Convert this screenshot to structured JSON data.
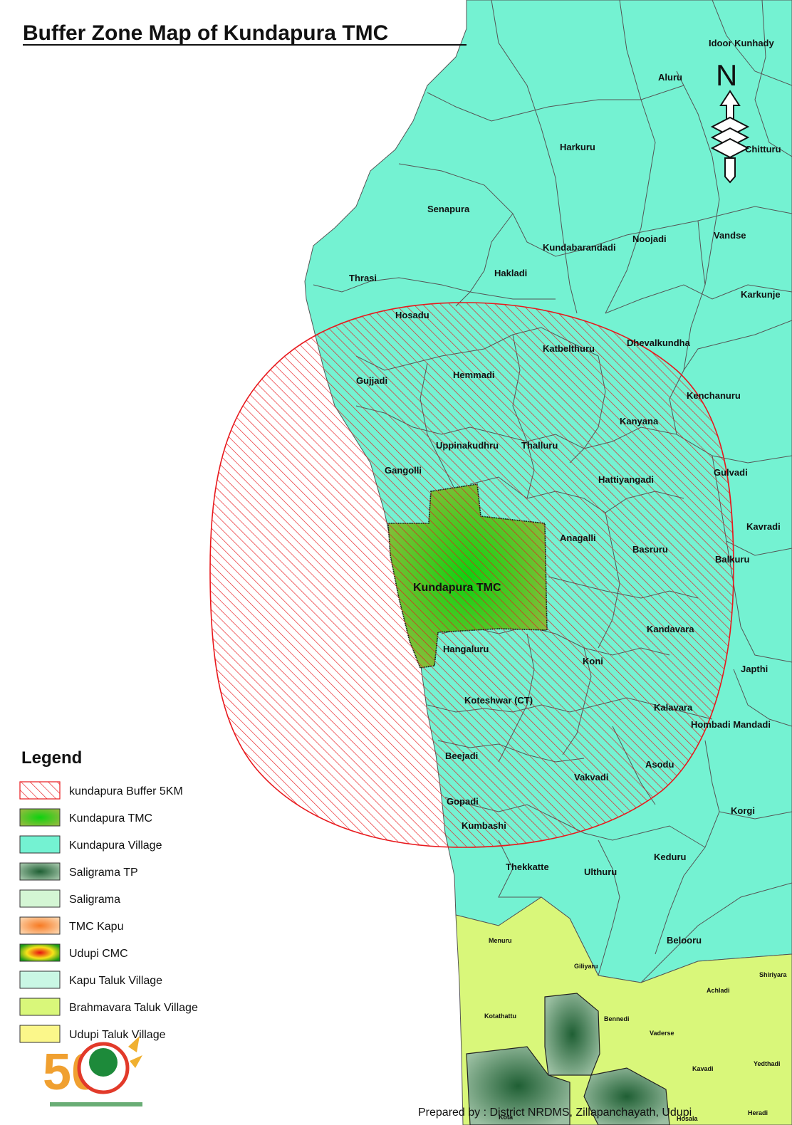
{
  "title": "Buffer Zone Map of Kundapura TMC",
  "north_arrow": {
    "letter": "N"
  },
  "tmc_label": "Kundapura TMC",
  "villages_large": [
    "Idoor Kunhady",
    "Aluru",
    "Harkuru",
    "Chitturu",
    "Senapura",
    "Kundabarandadi",
    "Noojadi",
    "Vandse",
    "Thrasi",
    "Hakladi",
    "Karkunje",
    "Hosadu",
    "Katbelthuru",
    "Dhevalkundha",
    "Gujjadi",
    "Hemmadi",
    "Kenchanuru",
    "Kanyana",
    "Uppinakudhru",
    "Thalluru",
    "Gangolli",
    "Hattiyangadi",
    "Gulvadi",
    "Kavradi",
    "Anagalli",
    "Basruru",
    "Balkuru",
    "Kandavara",
    "Hangaluru",
    "Koni",
    "Japthi",
    "Koteshwar (CT)",
    "Kalavara",
    "Hombadi Mandadi",
    "Beejadi",
    "Asodu",
    "Vakvadi",
    "Korgi",
    "Gopadi",
    "Kumbashi",
    "Keduru",
    "Thekkatte",
    "Ulthuru",
    "Belooru"
  ],
  "villages_small": [
    "Menuru",
    "Giliyaru",
    "Shiriyara",
    "Achladi",
    "Kotathattu",
    "Bennedi",
    "Vaderse",
    "Kavadi",
    "Yedthadi",
    "Hosala",
    "Heradi",
    "Kota"
  ],
  "legend": {
    "title": "Legend",
    "items": [
      {
        "label": "kundapura Buffer 5KM",
        "swatch": "hatch-red"
      },
      {
        "label": "Kundapura TMC",
        "swatch": "radial-green"
      },
      {
        "label": "Kundapura Village",
        "swatch": "#74f2d2"
      },
      {
        "label": "Saligrama TP",
        "swatch": "radial-darkgreen"
      },
      {
        "label": "Saligrama",
        "swatch": "#d4f6d4"
      },
      {
        "label": "TMC Kapu",
        "swatch": "radial-orange"
      },
      {
        "label": "Udupi CMC",
        "swatch": "radial-yellow-red"
      },
      {
        "label": "Kapu Taluk Village",
        "swatch": "#c9f7e4"
      },
      {
        "label": "Brahmavara Taluk Village",
        "swatch": "#d9f77a"
      },
      {
        "label": "Udupi Taluk Village",
        "swatch": "#fbf78a"
      }
    ]
  },
  "logo_text": "50",
  "credit": "Prepared by : District NRDMS, Zillapanchayath, Udupi",
  "colors": {
    "kundapura_village": "#74f2d2",
    "brahmavara_village": "#d9f77a",
    "buffer": "#e8191d",
    "tmc": "#8cbc3c",
    "saligrama_tp": "#3e6e4c"
  }
}
